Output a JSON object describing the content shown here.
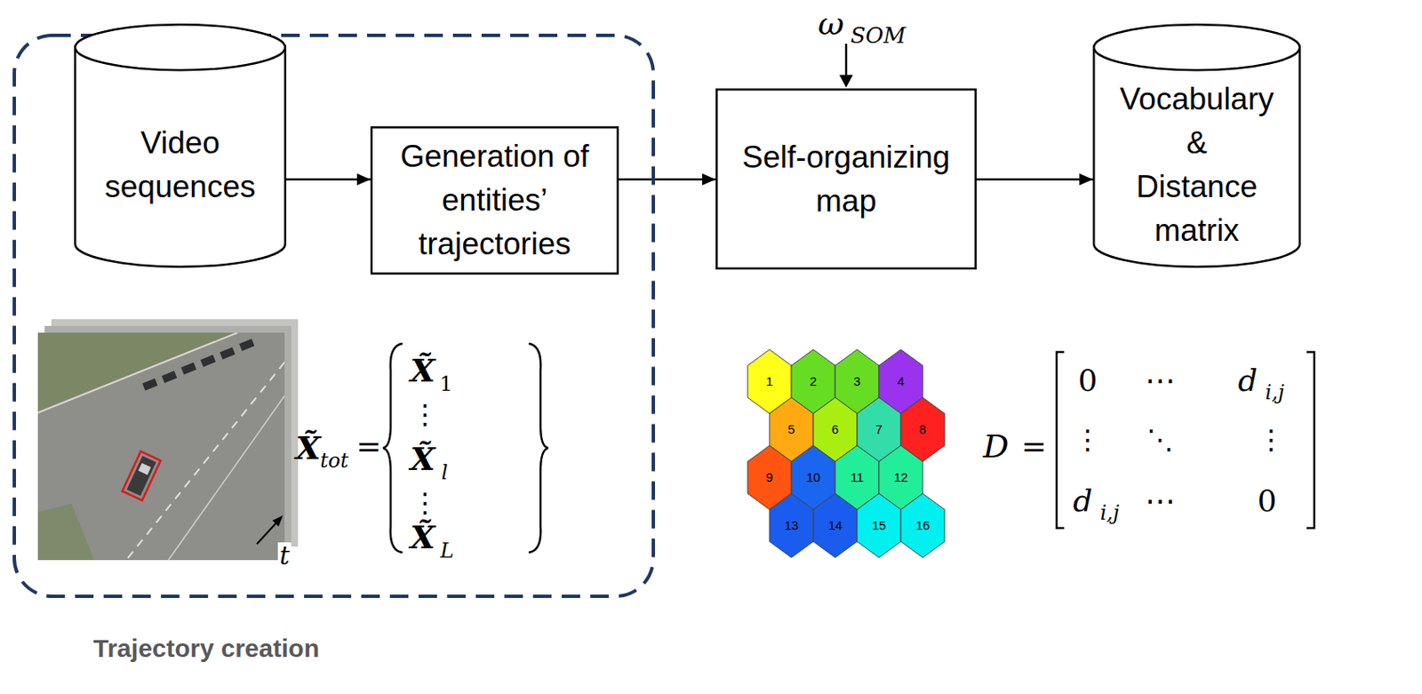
{
  "diagram": {
    "nodes": [
      {
        "text": [
          "Trajectory creation"
        ]
      },
      {
        "text": [
          "Video sequences"
        ],
        "in": 0
      },
      {
        "text": [
          "Generation of entities’ trajectories"
        ],
        "in": 0
      },
      {
        "text": [
          "Self-organizing map"
        ]
      },
      {
        "text": [
          "Vocabulary & Distance matrix"
        ]
      },
      {
        "text": [
          "1"
        ]
      },
      {
        "text": [
          "2"
        ]
      },
      {
        "text": [
          "3"
        ]
      },
      {
        "text": [
          "4"
        ]
      },
      {
        "text": [
          "5"
        ]
      },
      {
        "text": [
          "6"
        ]
      },
      {
        "text": [
          "7"
        ]
      },
      {
        "text": [
          "8"
        ]
      },
      {
        "text": [
          "9"
        ]
      },
      {
        "text": [
          "10"
        ]
      },
      {
        "text": [
          "11"
        ]
      },
      {
        "text": [
          "12"
        ]
      },
      {
        "text": [
          "13"
        ]
      },
      {
        "text": [
          "14"
        ]
      },
      {
        "text": [
          "15"
        ]
      },
      {
        "text": [
          "16"
        ]
      }
    ],
    "edges": [
      {
        "from": 1,
        "to": 2,
        "arrow": "to"
      },
      {
        "from": 2,
        "to": 3,
        "arrow": "to"
      },
      {
        "from": 3,
        "to": 4,
        "arrow": "to"
      }
    ],
    "labels": [
      "ω",
      "SOM",
      "X̃",
      "tot",
      "=",
      "X̃",
      "1",
      "⋮",
      "X̃",
      "l",
      "⋮",
      "X̃",
      "L",
      "t",
      "D",
      "=",
      "0",
      "⋯",
      "d",
      "i,j",
      "⋮",
      "⋱",
      "⋮",
      "d",
      "i,j",
      "⋯",
      "0"
    ]
  }
}
